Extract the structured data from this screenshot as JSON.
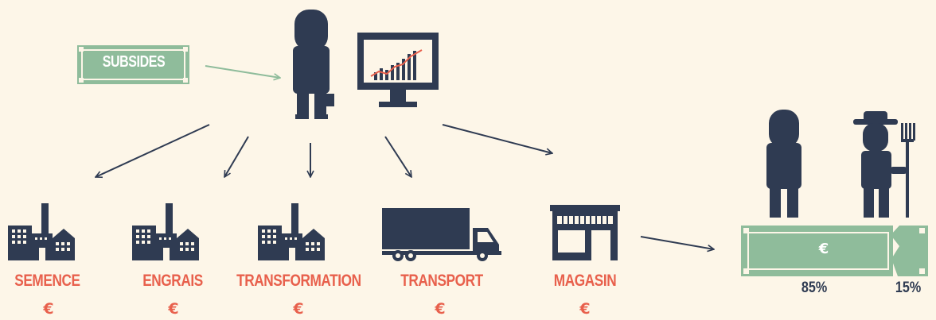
{
  "subsidy": {
    "label": "SUBSIDES"
  },
  "chain": [
    {
      "label": "SEMENCE",
      "currency": "€"
    },
    {
      "label": "ENGRAIS",
      "currency": "€"
    },
    {
      "label": "TRANSFORMATION",
      "currency": "€"
    },
    {
      "label": "TRANSPORT",
      "currency": "€"
    },
    {
      "label": "MAGASIN",
      "currency": "€"
    }
  ],
  "payout": {
    "currency": "€",
    "intermediary_share": "85%",
    "farmer_share": "15%"
  },
  "colors": {
    "background": "#fdf6e8",
    "icons": "#2f3b52",
    "labels": "#e8604c",
    "money": "#8fbc9b",
    "arrow_subsidy": "#8fbc9b",
    "chart_trend": "#e8604c"
  }
}
